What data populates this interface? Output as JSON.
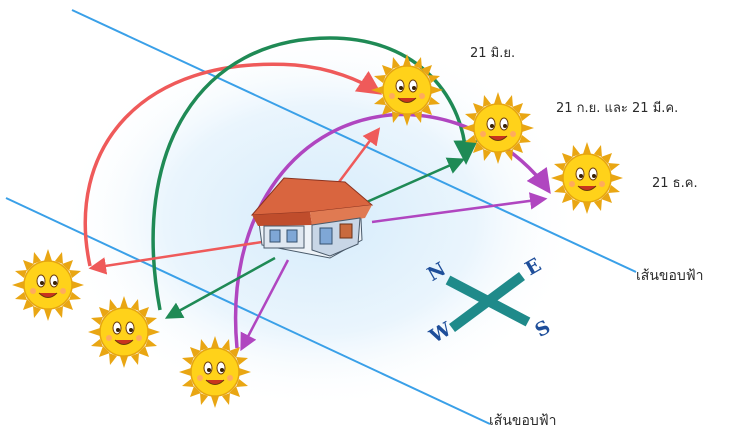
{
  "labels": {
    "june": "21 มิ.ย.",
    "equinox": "21 ก.ย. และ 21 มี.ค.",
    "december": "21 ธ.ค.",
    "horizon_right": "เส้นขอบฟ้า",
    "horizon_bottom": "เส้นขอบฟ้า"
  },
  "compass": {
    "north": "N",
    "east": "E",
    "west": "W",
    "south": "S"
  },
  "colors": {
    "horizon_line": "#3aa0e8",
    "june_path": "#ef5a5a",
    "equinox_path": "#1f8a55",
    "december_path": "#b046c0",
    "compass": "#1f8a8a",
    "sun_body": "#ffd21a",
    "sun_rays": "#e9a613"
  },
  "icons": [
    "house-icon",
    "sun-icon",
    "compass-icon"
  ]
}
